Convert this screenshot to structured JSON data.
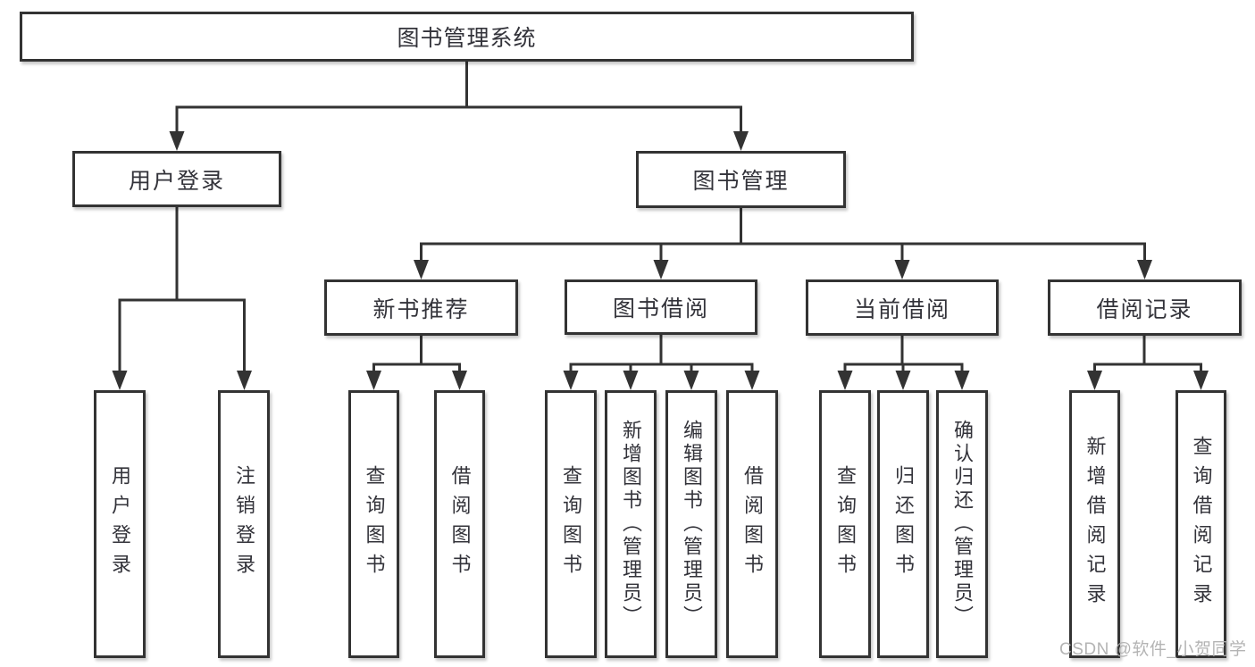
{
  "nodes": {
    "root": "图书管理系统",
    "user_login": "用户登录",
    "book_management": "图书管理",
    "new_book_recommend": "新书推荐",
    "book_borrowing": "图书借阅",
    "current_borrowing": "当前借阅",
    "borrowing_records": "借阅记录",
    "leaf_user_login": "用户登录",
    "leaf_logout": "注销登录",
    "leaf_query_book_recommend": "查询图书",
    "leaf_borrow_book_recommend": "借阅图书",
    "leaf_query_book_borrow": "查询图书",
    "leaf_add_book_admin": "新增图书（管理员）",
    "leaf_edit_book_admin": "编辑图书（管理员）",
    "leaf_borrow_book_borrow": "借阅图书",
    "leaf_query_book_current": "查询图书",
    "leaf_return_book": "归还图书",
    "leaf_confirm_return_admin": "确认归还（管理员）",
    "leaf_add_borrow_record": "新增借阅记录",
    "leaf_query_borrow_record": "查询借阅记录"
  },
  "tree": {
    "图书管理系统": {
      "用户登录": [
        "用户登录",
        "注销登录"
      ],
      "图书管理": {
        "新书推荐": [
          "查询图书",
          "借阅图书"
        ],
        "图书借阅": [
          "查询图书",
          "新增图书（管理员）",
          "编辑图书（管理员）",
          "借阅图书"
        ],
        "当前借阅": [
          "查询图书",
          "归还图书",
          "确认归还（管理员）"
        ],
        "借阅记录": [
          "新增借阅记录",
          "查询借阅记录"
        ]
      }
    }
  },
  "watermark": "CSDN @软件_小贺同学",
  "colors": {
    "line": "#333333",
    "box_border": "#333333",
    "text": "#33333a",
    "watermark": "#b0b0b0",
    "background": "#ffffff"
  }
}
